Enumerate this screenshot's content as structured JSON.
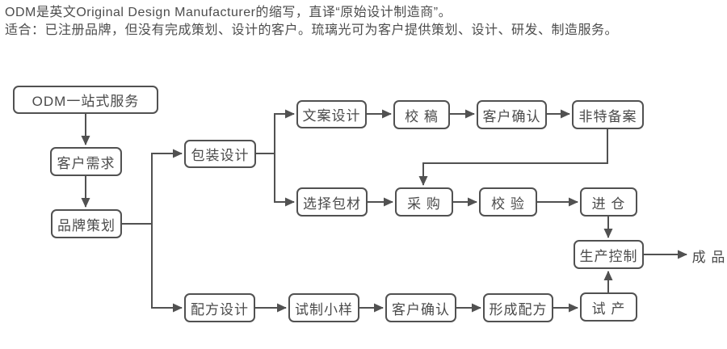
{
  "header": {
    "line1": "ODM是英文Original Design Manufacturer的缩写，直译“原始设计制造商”。",
    "line2": "适合：已注册品牌，但没有完成策划、设计的客户。琉璃光可为客户提供策划、设计、研发、制造服务。"
  },
  "colors": {
    "text": "#4a4a4a",
    "box_border": "#515151",
    "connector": "#515151",
    "background": "#ffffff"
  },
  "flowchart": {
    "nodes": {
      "odm_service": {
        "label": "ODM一站式服务"
      },
      "customer_needs": {
        "label": "客户需求"
      },
      "brand_planning": {
        "label": "品牌策划"
      },
      "packaging_design": {
        "label": "包装设计"
      },
      "copy_design": {
        "label": "文案设计"
      },
      "proofreading": {
        "label": "校 稿"
      },
      "client_confirm_packaging": {
        "label": "客户确认"
      },
      "nonspecial_filing": {
        "label": "非特备案"
      },
      "select_materials": {
        "label": "选择包材"
      },
      "procurement": {
        "label": "采 购"
      },
      "verification": {
        "label": "校 验"
      },
      "warehousing": {
        "label": "进 仓"
      },
      "production_control": {
        "label": "生产控制"
      },
      "formula_design": {
        "label": "配方设计"
      },
      "trial_sample": {
        "label": "试制小样"
      },
      "client_confirm_formula": {
        "label": "客户确认"
      },
      "formula_formation": {
        "label": "形成配方"
      },
      "trial_production": {
        "label": "试 产"
      },
      "finished_product": {
        "label": "成 品"
      }
    },
    "edges": [
      {
        "from": "odm_service",
        "to": "customer_needs"
      },
      {
        "from": "customer_needs",
        "to": "brand_planning"
      },
      {
        "from": "brand_planning",
        "to": "packaging_design"
      },
      {
        "from": "brand_planning",
        "to": "formula_design"
      },
      {
        "from": "packaging_design",
        "to": "copy_design"
      },
      {
        "from": "packaging_design",
        "to": "select_materials"
      },
      {
        "from": "copy_design",
        "to": "proofreading"
      },
      {
        "from": "proofreading",
        "to": "client_confirm_packaging"
      },
      {
        "from": "client_confirm_packaging",
        "to": "nonspecial_filing"
      },
      {
        "from": "nonspecial_filing",
        "to": "procurement"
      },
      {
        "from": "select_materials",
        "to": "procurement"
      },
      {
        "from": "procurement",
        "to": "verification"
      },
      {
        "from": "verification",
        "to": "warehousing"
      },
      {
        "from": "warehousing",
        "to": "production_control"
      },
      {
        "from": "production_control",
        "to": "finished_product"
      },
      {
        "from": "formula_design",
        "to": "trial_sample"
      },
      {
        "from": "trial_sample",
        "to": "client_confirm_formula"
      },
      {
        "from": "client_confirm_formula",
        "to": "formula_formation"
      },
      {
        "from": "formula_formation",
        "to": "trial_production"
      },
      {
        "from": "trial_production",
        "to": "production_control"
      }
    ]
  }
}
